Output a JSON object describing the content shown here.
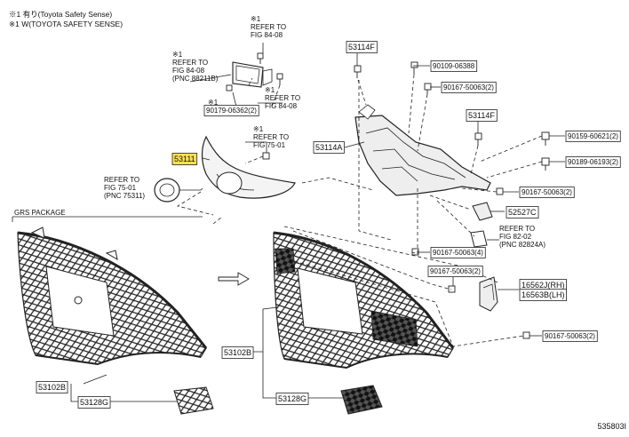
{
  "notes": [
    "※1 有り(Toyota Safety Sense)",
    "※1 W(TOYOTA SAFETY SENSE)"
  ],
  "package_label": "GRS PACKAGE",
  "figure_id": "535803I",
  "highlight_color": "#ffe14d",
  "callouts": {
    "p53114F_top": "53114F",
    "p53114F_mid": "53114F",
    "p53114A": "53114A",
    "p53111": "53111",
    "p52527C": "52527C",
    "p53102B_left": "53102B",
    "p53102B_right": "53102B",
    "p53128G_left": "53128G",
    "p53128G_right": "53128G",
    "p16562J": "16562J(RH)",
    "p16563B": "16563B(LH)"
  },
  "fasteners": {
    "f90109": "90109-06388",
    "f90167_a": "90167-50063(2)",
    "f90159": "90159-60621(2)",
    "f90189": "90189-06193(2)",
    "f90167_b": "90167-50063(2)",
    "f90167_c": "90167-50063(4)",
    "f90167_d": "90167-50063(2)",
    "f90167_e": "90167-50063(2)",
    "f90179": "90179-06362(2)"
  },
  "refs": {
    "r1": [
      "※1",
      "REFER TO",
      "FIG 84-08"
    ],
    "r2": [
      "※1",
      "REFER TO",
      "FIG 84-08",
      "(PNC 88211B)"
    ],
    "r3": [
      "※1",
      "REFER TO",
      "FIG 84-08"
    ],
    "r4": [
      "※1",
      "REFER TO",
      "FIG 75-01"
    ],
    "r5": [
      "REFER TO",
      "FIG 75-01",
      "(PNC 75311)"
    ],
    "r6": [
      "REFER TO",
      "FIG 82-02",
      "(PNC 82824A)"
    ],
    "r7": [
      "※1"
    ]
  }
}
